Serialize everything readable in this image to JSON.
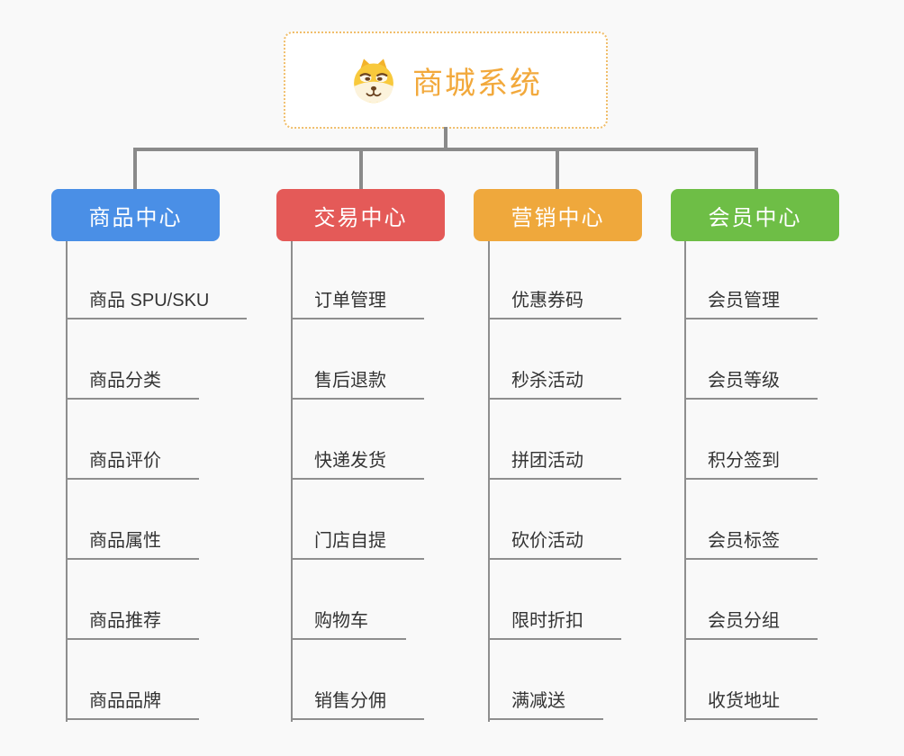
{
  "root": {
    "title": "商城系统",
    "icon": "dog-icon",
    "title_color": "#F2A93C",
    "border_color": "#F0BE6B"
  },
  "style": {
    "background": "#F9F9F9",
    "connector_color": "#8A8A8A",
    "leaf_text_color": "#333333"
  },
  "branches": [
    {
      "label": "商品中心",
      "color": "#4A8FE6",
      "items": [
        "商品 SPU/SKU",
        "商品分类",
        "商品评价",
        "商品属性",
        "商品推荐",
        "商品品牌"
      ]
    },
    {
      "label": "交易中心",
      "color": "#E45A58",
      "items": [
        "订单管理",
        "售后退款",
        "快递发货",
        "门店自提",
        "购物车",
        "销售分佣"
      ]
    },
    {
      "label": "营销中心",
      "color": "#EFA83C",
      "items": [
        "优惠券码",
        "秒杀活动",
        "拼团活动",
        "砍价活动",
        "限时折扣",
        "满减送"
      ]
    },
    {
      "label": "会员中心",
      "color": "#6EBE46",
      "items": [
        "会员管理",
        "会员等级",
        "积分签到",
        "会员标签",
        "会员分组",
        "收货地址"
      ]
    }
  ]
}
